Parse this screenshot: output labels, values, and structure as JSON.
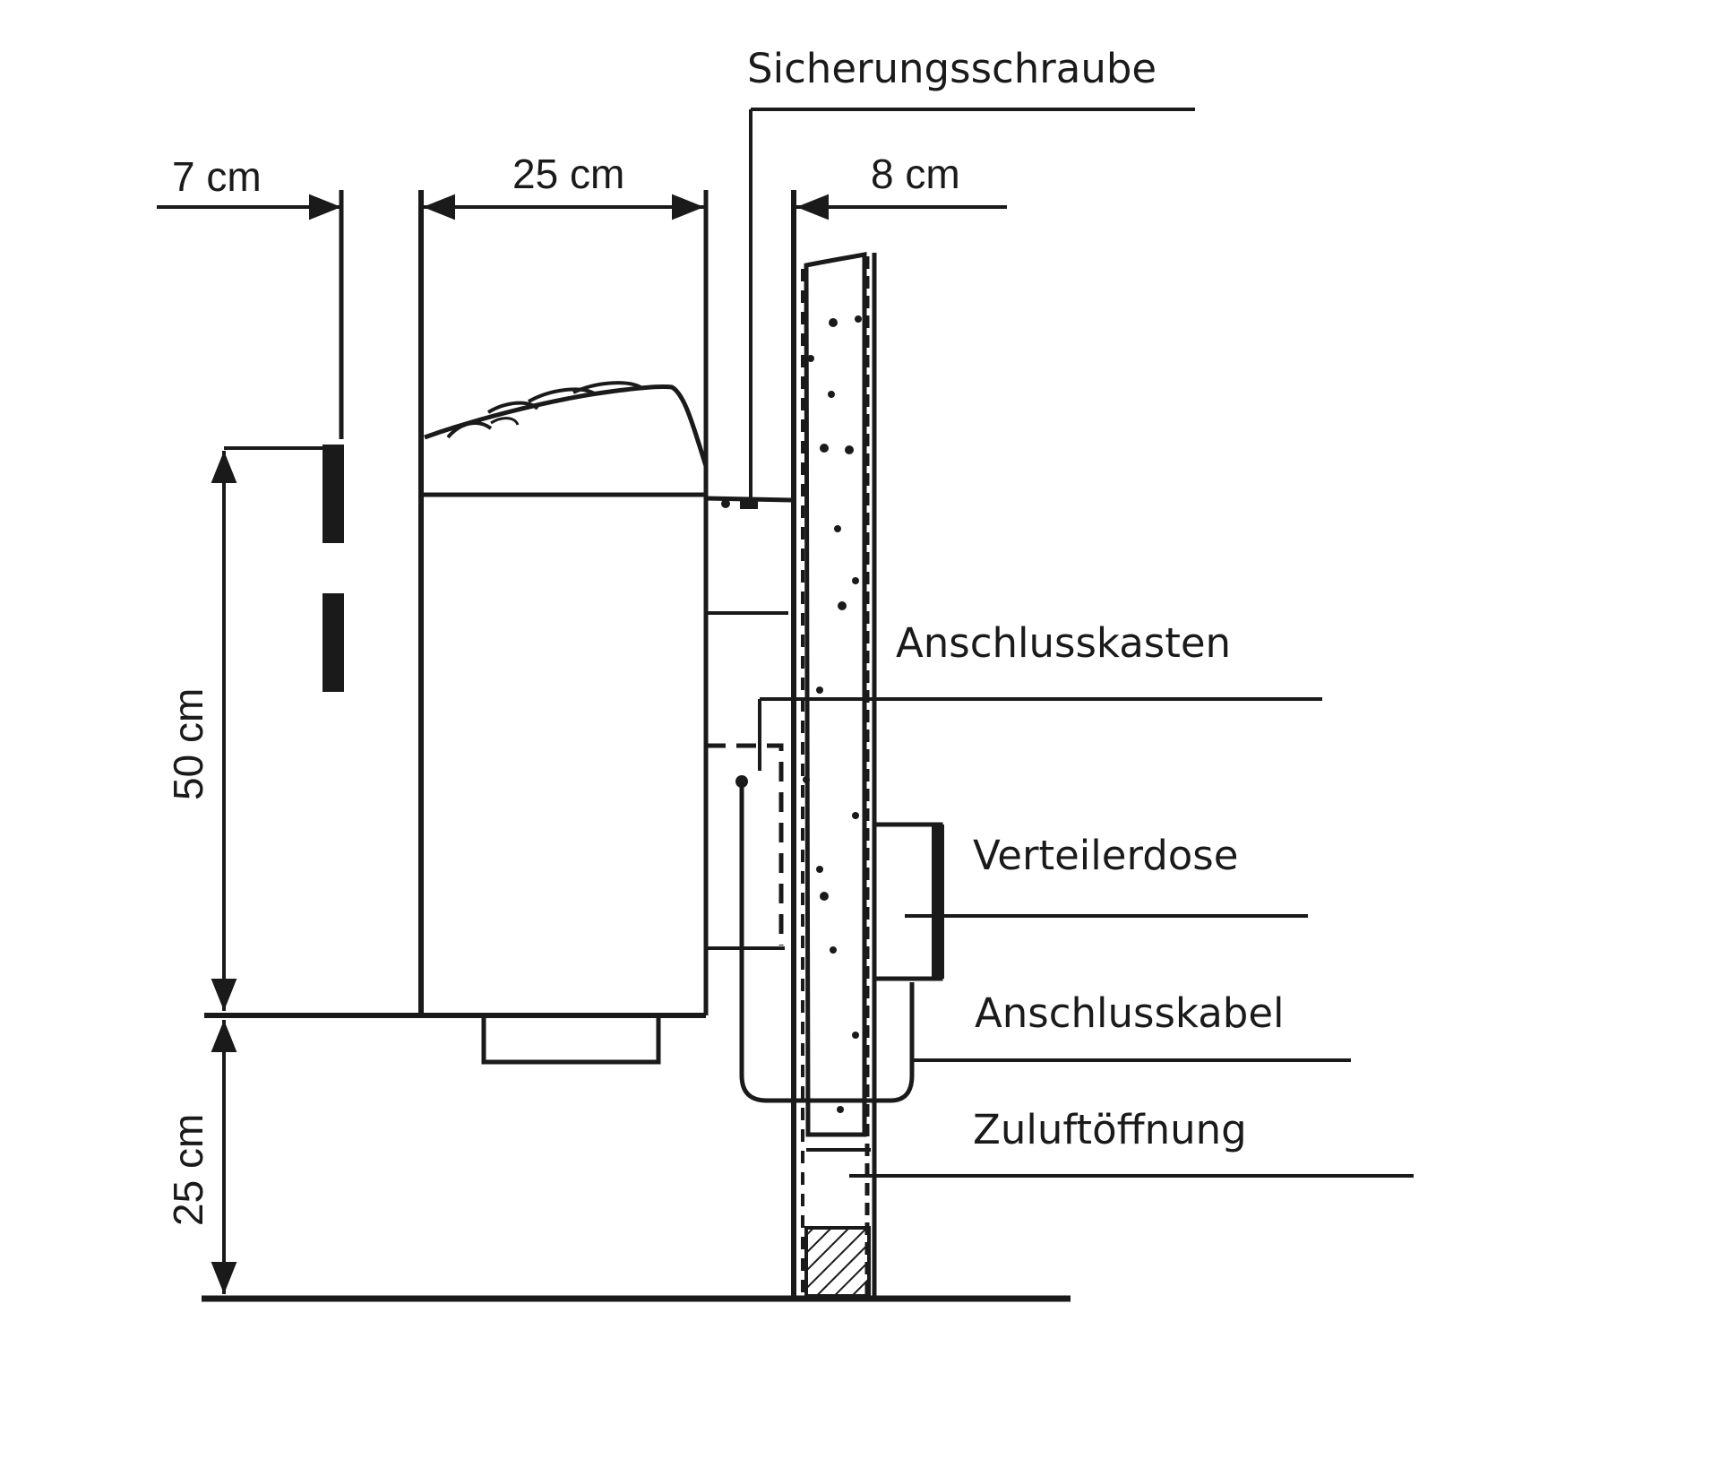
{
  "dimensions": {
    "clearance_side": "7 cm",
    "heater_width": "25 cm",
    "wall_gap": "8 cm",
    "heater_height": "50 cm",
    "floor_clearance": "25 cm"
  },
  "labels": {
    "safety_screw": "Sicherungsschraube",
    "junction_box": "Anschlusskasten",
    "distribution_box": "Verteilerdose",
    "connection_cable": "Anschlusskabel",
    "air_inlet": "Zuluftöffnung"
  },
  "colors": {
    "ink": "#1a1a1a",
    "background": "#ffffff"
  }
}
